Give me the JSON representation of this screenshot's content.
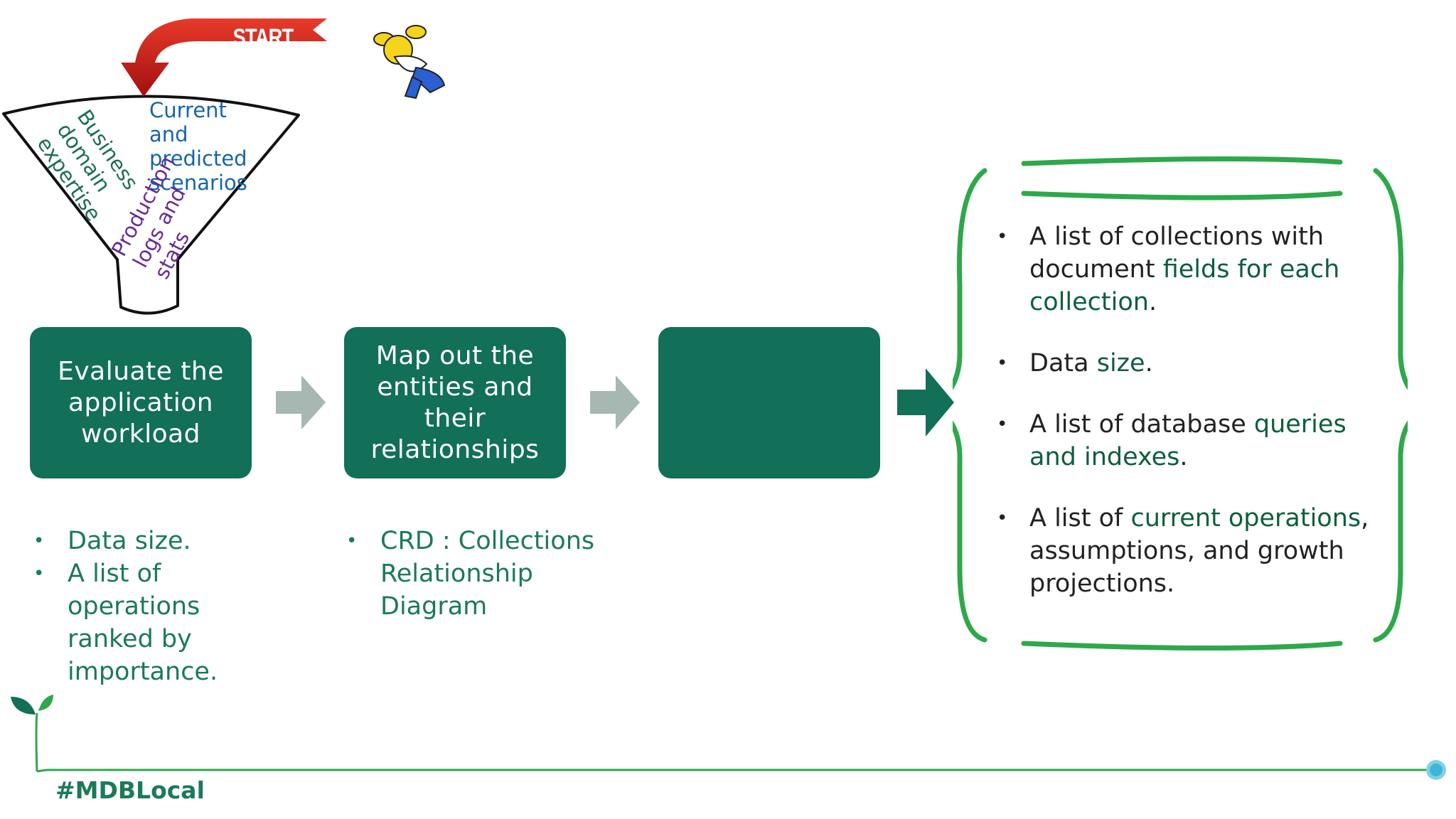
{
  "banner": {
    "label": "START HERE!"
  },
  "funnel": {
    "label_1": "Current\nand\npredicted\nscenarios",
    "label_2": "Business\ndomain\nexpertise",
    "label_3": "Production\nlogs and\nstats"
  },
  "steps": [
    {
      "label": "Evaluate the application workload"
    },
    {
      "label": "Map out the entities and their relationships"
    },
    {
      "label": ""
    }
  ],
  "step1_notes": [
    "Data size.",
    "A list of operations ranked by importance."
  ],
  "step2_notes": [
    "CRD : Collections Relationship Diagram"
  ],
  "outputs": [
    {
      "plain_1": "A list of collections with document ",
      "bold": "fields for each collection",
      "plain_2": "."
    },
    {
      "plain_1": "Data ",
      "bold": "size",
      "plain_2": "."
    },
    {
      "plain_1": "A list of database ",
      "bold": "queries and indexes",
      "plain_2": "."
    },
    {
      "plain_1": "A list of ",
      "bold": "current operations",
      "plain_2": ", assumptions, and growth projections."
    }
  ],
  "footer": {
    "hashtag": "#MDBLocal"
  },
  "colors": {
    "box": "#126f58",
    "brace": "#2ea84a",
    "arrow_grey": "#a7b7b2",
    "banner_red": "#d42020"
  }
}
